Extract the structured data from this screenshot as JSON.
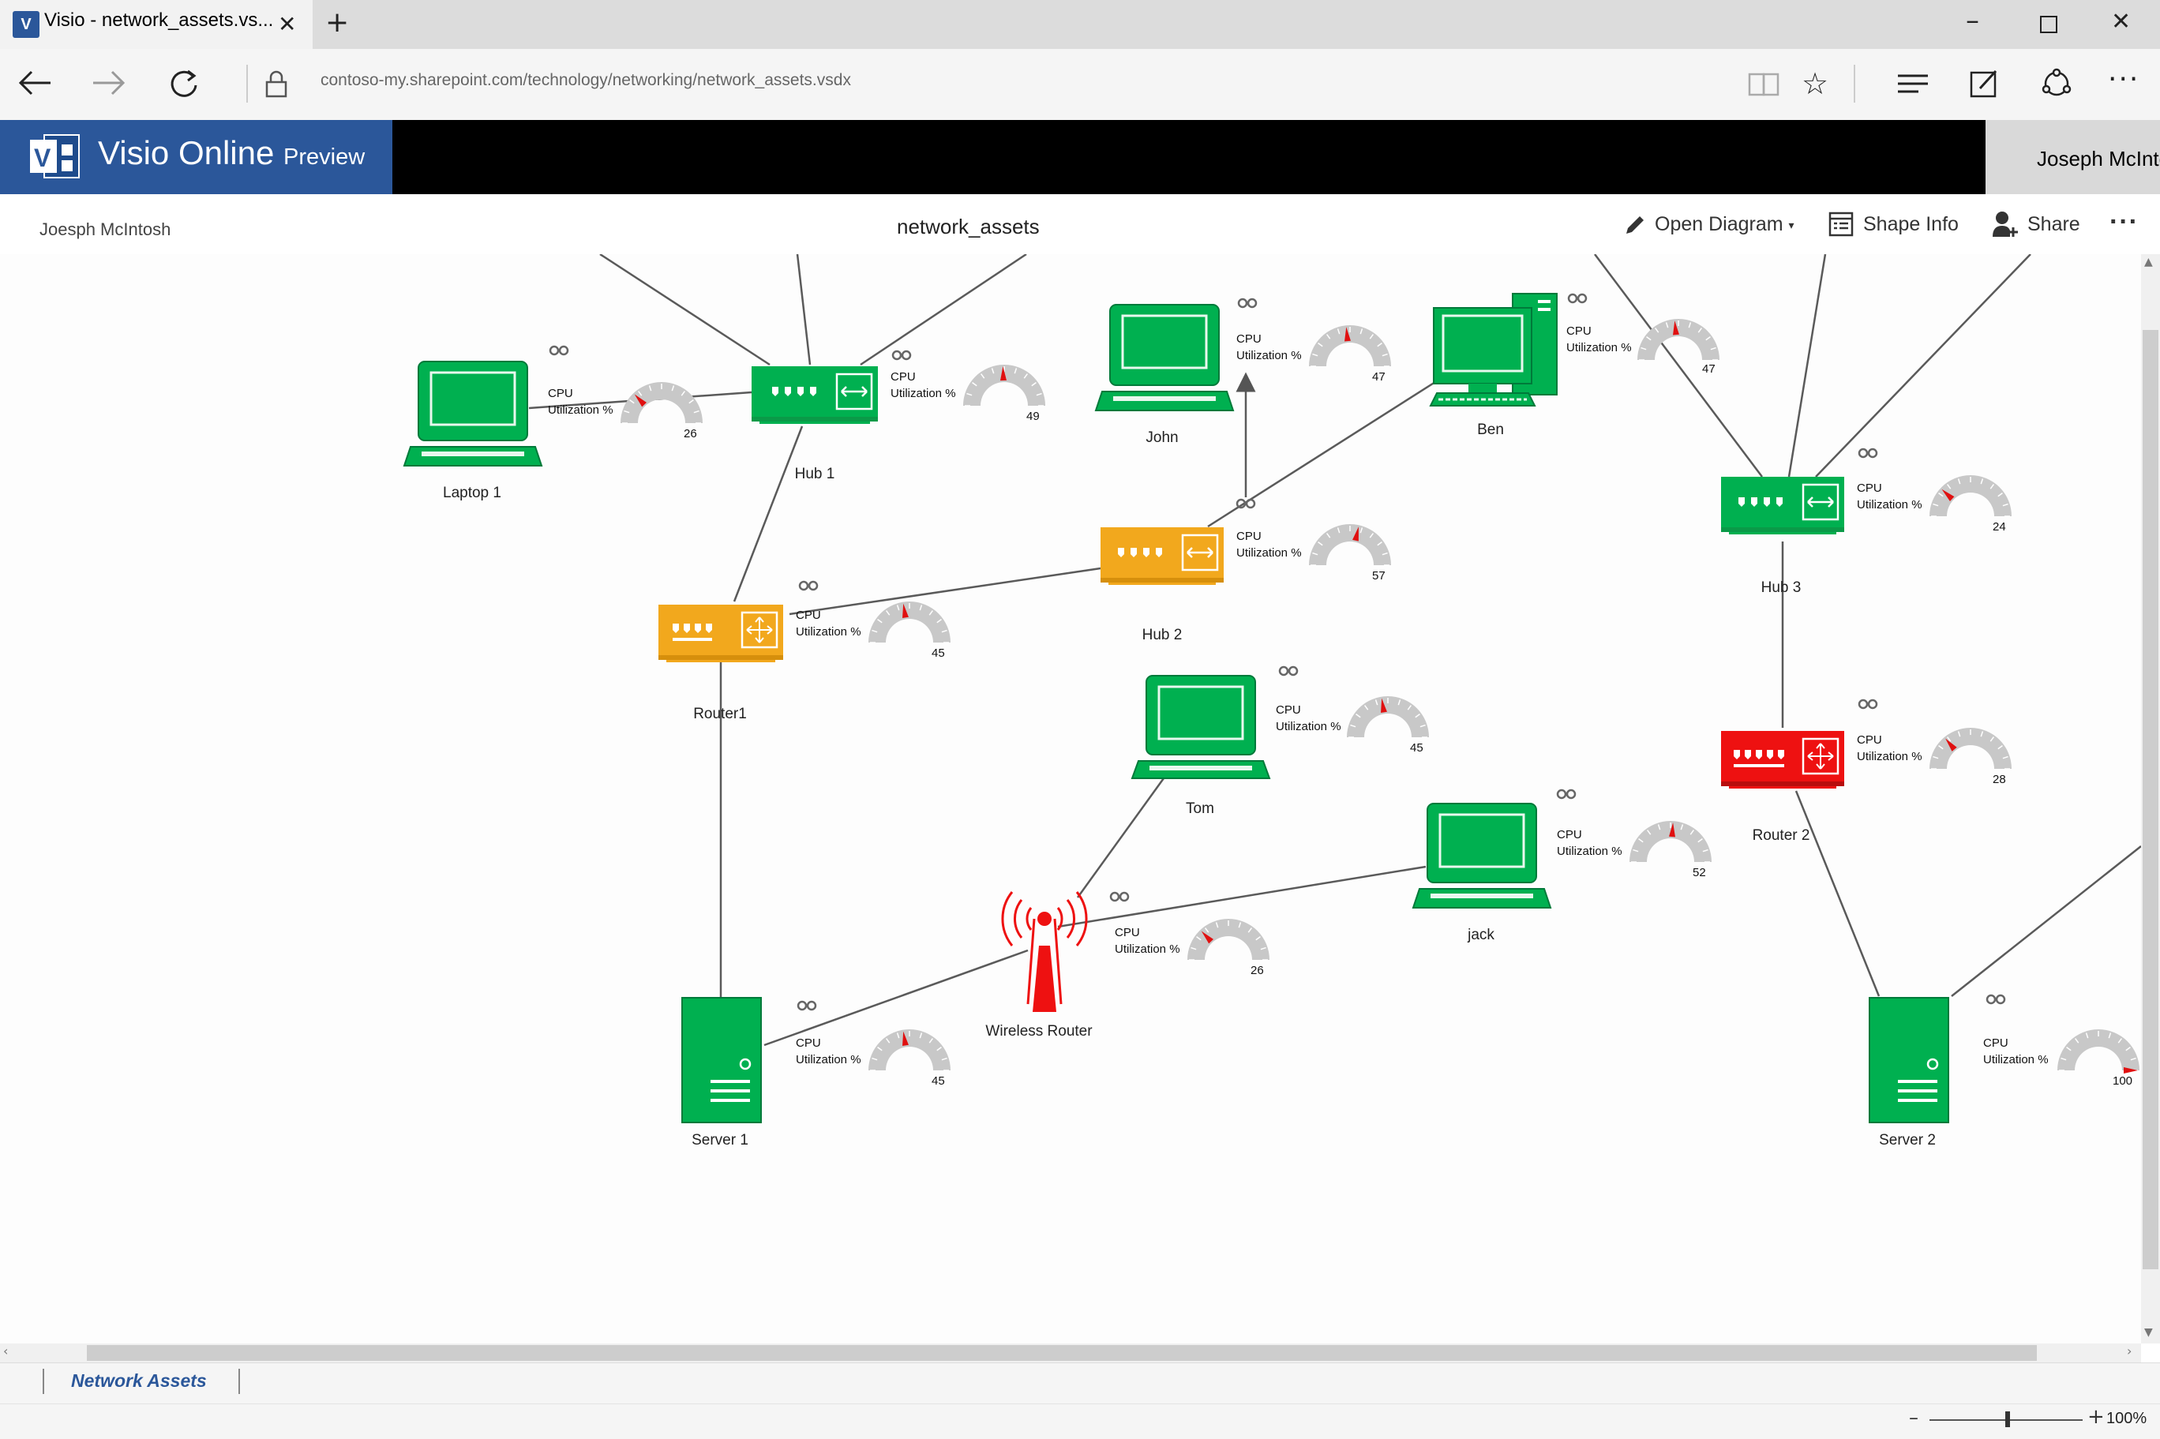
{
  "browser": {
    "tab_title": "Visio - network_assets.vs...",
    "tab_icon": "visio-icon",
    "url": "contoso-my.sharepoint.com/technology/networking/network_assets.vsdx"
  },
  "app": {
    "brand_name": "Visio Online",
    "brand_suffix": "Preview",
    "user_name": "Joseph McIntosh"
  },
  "doc_toolbar": {
    "owner": "Joesph McIntosh",
    "title": "network_assets",
    "open_diagram": "Open Diagram",
    "shape_info": "Shape Info",
    "share": "Share"
  },
  "diagram": {
    "cpu_line1": "CPU",
    "cpu_line2": "Utilization %",
    "colors": {
      "green": "#00b050",
      "amber": "#f2a81d",
      "red": "#ee1111"
    },
    "nodes": [
      {
        "id": "laptop1",
        "label": "Laptop 1",
        "kind": "laptop",
        "status": "green",
        "cpu": 26
      },
      {
        "id": "hub1",
        "label": "Hub 1",
        "kind": "hub",
        "status": "green",
        "cpu": 49
      },
      {
        "id": "john",
        "label": "John",
        "kind": "laptop",
        "status": "green",
        "cpu": 47
      },
      {
        "id": "ben",
        "label": "Ben",
        "kind": "desktop",
        "status": "green",
        "cpu": 47
      },
      {
        "id": "hub3",
        "label": "Hub 3",
        "kind": "hub",
        "status": "green",
        "cpu": 24
      },
      {
        "id": "hub2",
        "label": "Hub 2",
        "kind": "hub",
        "status": "amber",
        "cpu": 57
      },
      {
        "id": "router1",
        "label": "Router1",
        "kind": "router",
        "status": "amber",
        "cpu": 45
      },
      {
        "id": "tom",
        "label": "Tom",
        "kind": "laptop",
        "status": "green",
        "cpu": 45
      },
      {
        "id": "router2",
        "label": "Router 2",
        "kind": "router",
        "status": "red",
        "cpu": 28
      },
      {
        "id": "jack",
        "label": "jack",
        "kind": "laptop",
        "status": "green",
        "cpu": 52
      },
      {
        "id": "wireless",
        "label": "Wireless Router",
        "kind": "wireless",
        "status": "red",
        "cpu": 26
      },
      {
        "id": "server1",
        "label": "Server 1",
        "kind": "server",
        "status": "green",
        "cpu": 45
      },
      {
        "id": "server2",
        "label": "Server 2",
        "kind": "server",
        "status": "green",
        "cpu": 100
      }
    ]
  },
  "sheet_tab": "Network Assets",
  "status": {
    "zoom": "100%"
  }
}
